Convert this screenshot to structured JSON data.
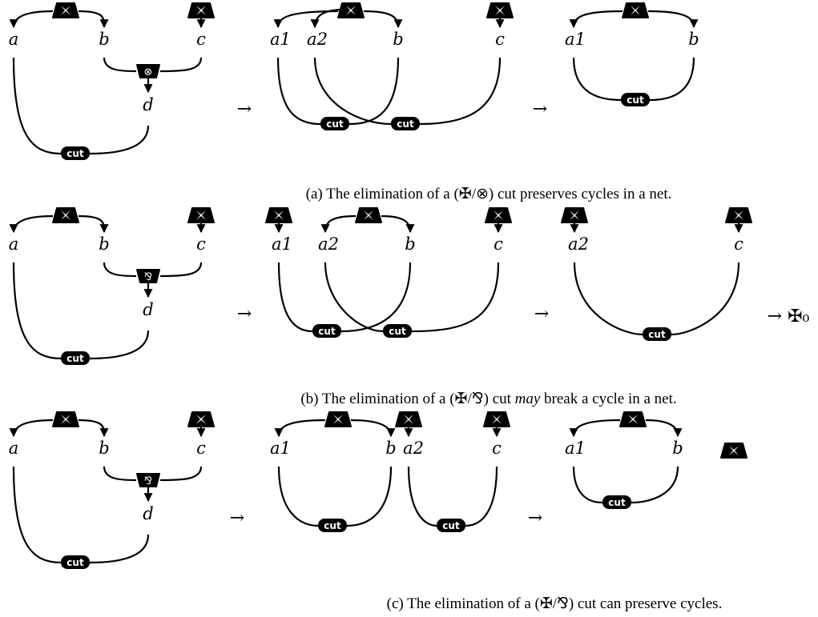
{
  "symbols": {
    "cross_glyph": "✠",
    "tensor_glyph": "⊗",
    "par_glyph": "⅋",
    "arrow": "→",
    "cut_label": "cut"
  },
  "labels": {
    "a": "a",
    "b": "b",
    "c": "c",
    "d": "d",
    "a1": "a1",
    "a2": "a2",
    "zero_result": "→ ✠₀"
  },
  "captions": {
    "a": {
      "text": "(a) The elimination of a (✠/⊗) cut preserves cycles in a net."
    },
    "b": {
      "before": "(b) The elimination of a (✠/⅋) cut ",
      "emphasis": "may",
      "after": " break a cycle in a net."
    },
    "c": {
      "text": "(c) The elimination of a (✠/⅋) cut can preserve cycles."
    }
  }
}
